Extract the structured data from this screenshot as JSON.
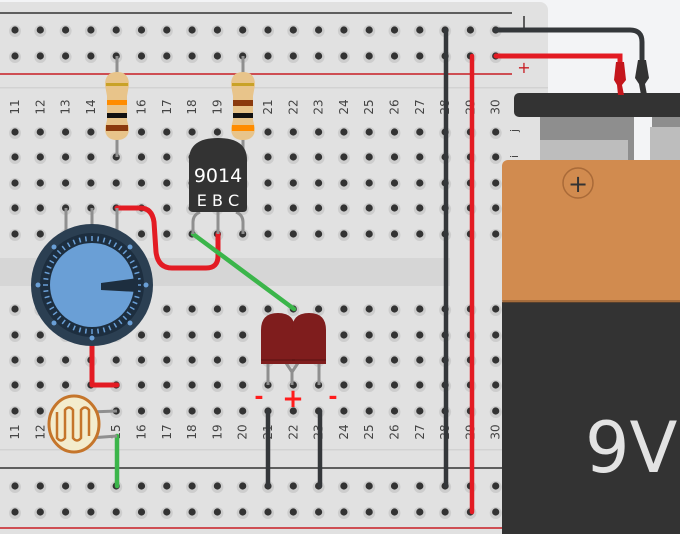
{
  "breadboard": {
    "columns": [
      "11",
      "12",
      "13",
      "14",
      "15",
      "16",
      "17",
      "18",
      "19",
      "20",
      "21",
      "22",
      "23",
      "24",
      "25",
      "26",
      "27",
      "28",
      "29",
      "30"
    ],
    "row_letters_visible": [
      "j",
      "i"
    ],
    "rail_top_minus": "−",
    "rail_top_plus": "+"
  },
  "components": {
    "transistor": {
      "part": "9014",
      "pins": "E B C"
    },
    "resistor_1": {
      "bands": [
        "#ff8c00",
        "#111111",
        "#8b3a0e"
      ],
      "tolerance": "#c9a227"
    },
    "resistor_2": {
      "bands": [
        "#8b3a0e",
        "#111111",
        "#ff8c00"
      ],
      "tolerance": "#c9a227"
    },
    "potentiometer": {
      "name": "Potentiometer"
    },
    "photoresistor": {
      "name": "Photoresistor"
    },
    "leds": {
      "color": "#7f1d1d",
      "polarity_labels": [
        "-",
        "+",
        "-"
      ]
    },
    "battery": {
      "label": "9V",
      "terminal_plus": "+"
    }
  },
  "colors": {
    "wire_red": "#e31b23",
    "wire_black": "#34373a",
    "wire_green": "#3bb54a",
    "battery_top": "#d18b4f",
    "battery_body": "#333333"
  }
}
